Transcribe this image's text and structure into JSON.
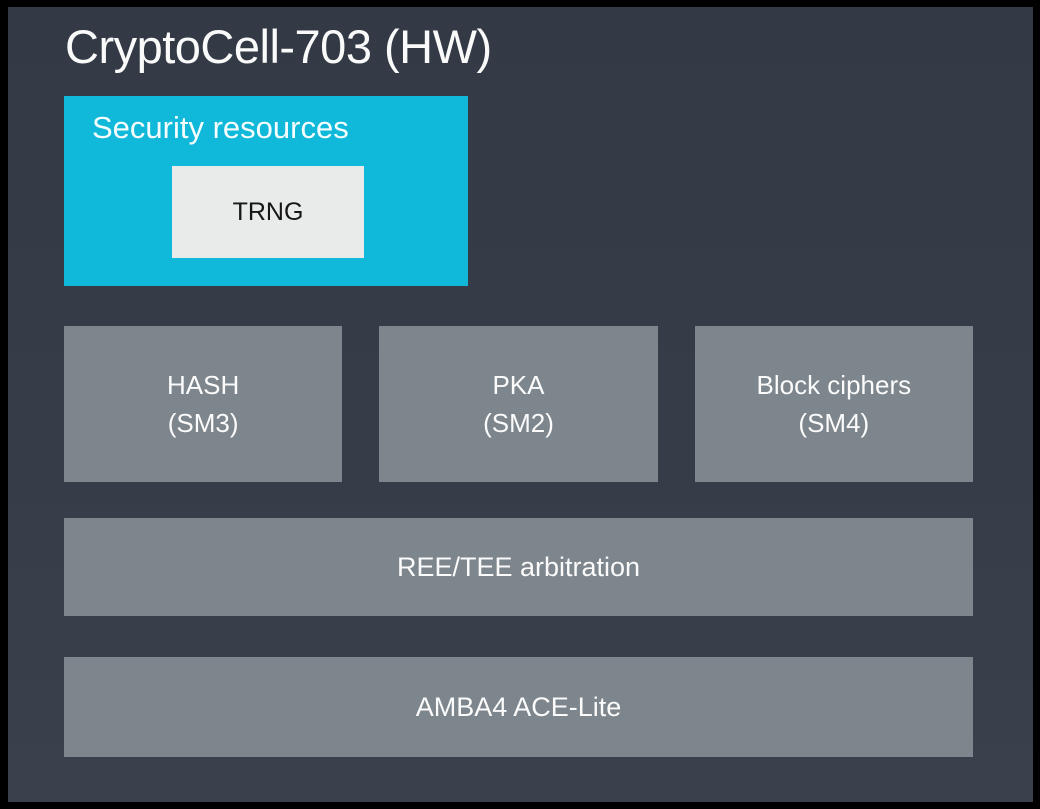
{
  "title": "CryptoCell-703 (HW)",
  "colors": {
    "frame_border": "#000000",
    "panel_background": "#363c48",
    "accent_cyan": "#10b9d9",
    "block_gray": "#7e868d",
    "trng_background": "#e8ebe9",
    "text_light": "#fbfbfb",
    "text_dark": "#161616"
  },
  "security_group": {
    "label": "Security resources",
    "children": [
      {
        "label": "TRNG"
      }
    ]
  },
  "engine_blocks": [
    {
      "line1": "HASH",
      "line2": "(SM3)"
    },
    {
      "line1": "PKA",
      "line2": "(SM2)"
    },
    {
      "line1": "Block ciphers",
      "line2": "(SM4)"
    }
  ],
  "bus_blocks": [
    {
      "label": "REE/TEE arbitration"
    },
    {
      "label": "AMBA4 ACE-Lite"
    }
  ]
}
